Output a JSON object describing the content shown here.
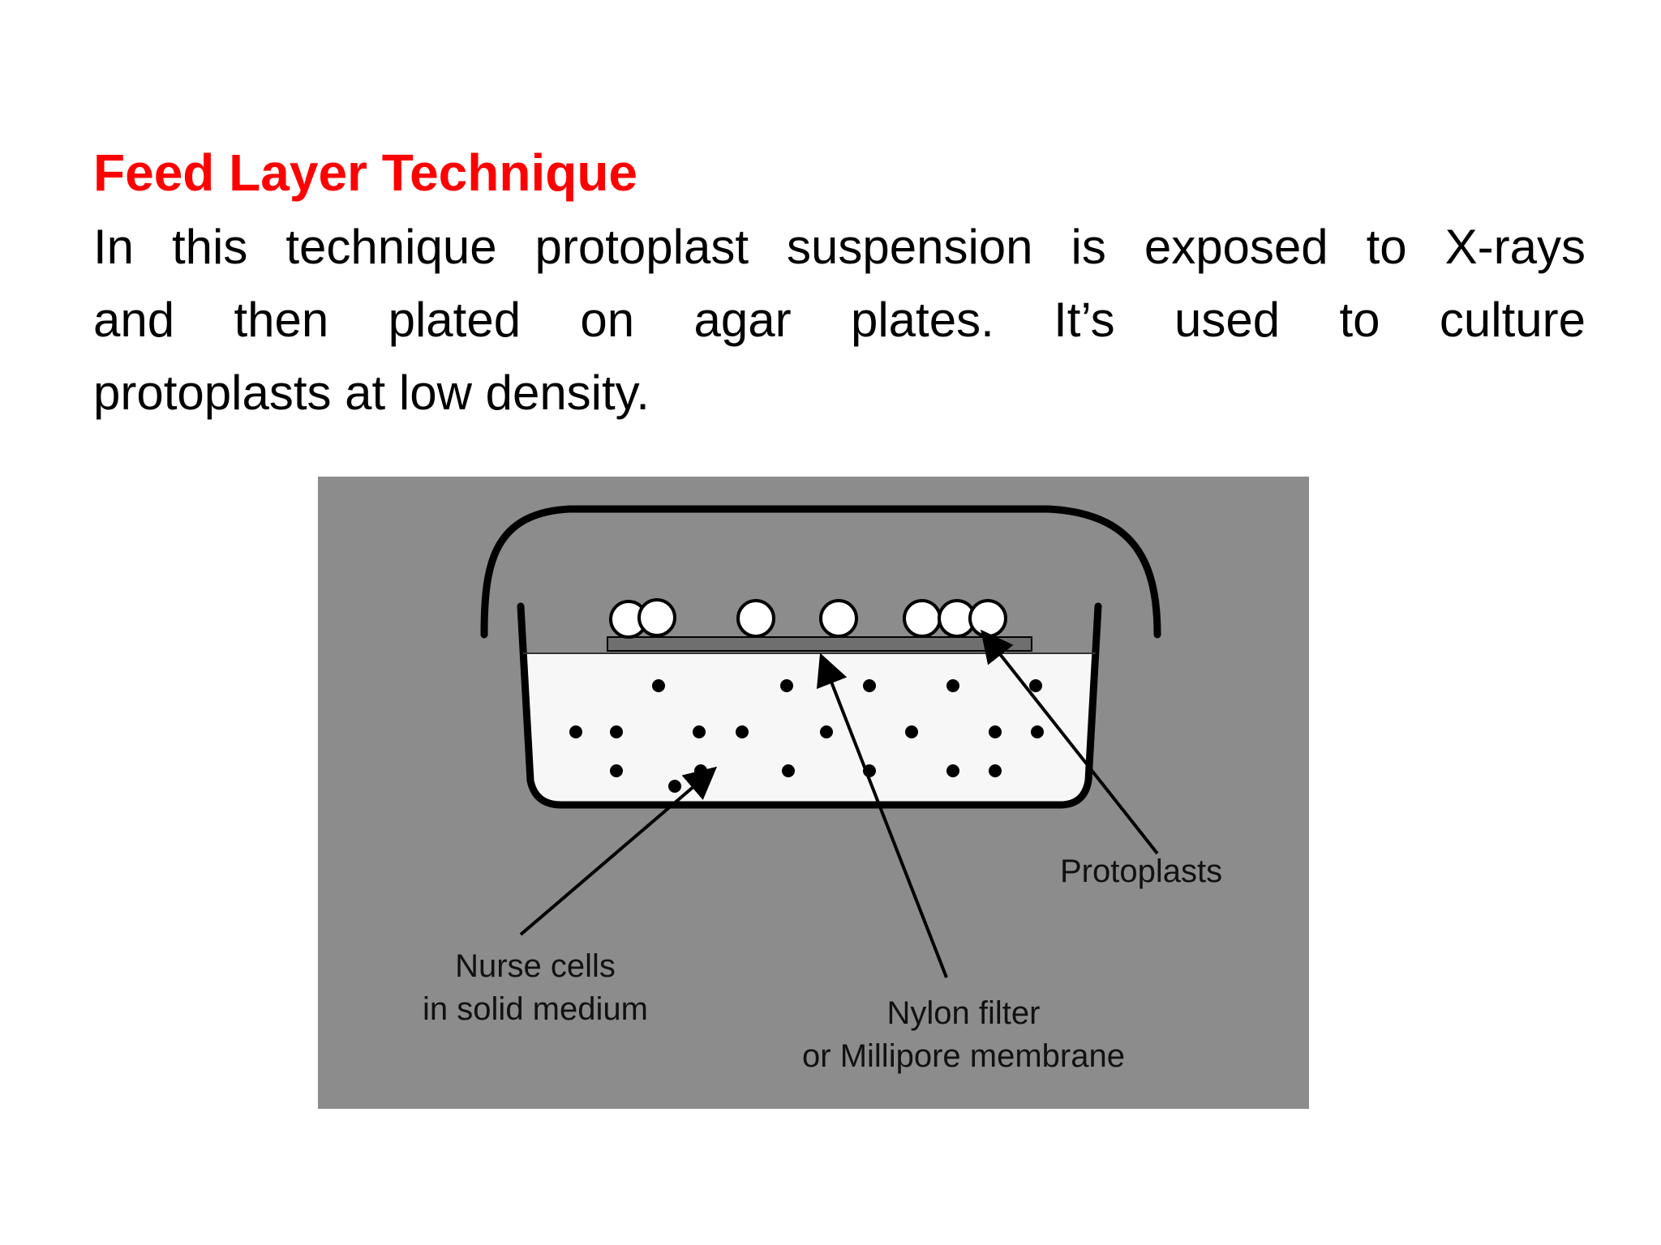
{
  "slide": {
    "title": "Feed Layer Technique",
    "body_lines": [
      "In this technique protoplast suspension is exposed to X-rays",
      "and then plated on agar plates. It’s used to culture",
      "protoplasts at low density."
    ]
  },
  "figure": {
    "labels": {
      "protoplasts": "Protoplasts",
      "nurse_cells_line1": "Nurse cells",
      "nurse_cells_line2": "in solid medium",
      "nylon_filter_line1": "Nylon filter",
      "nylon_filter_line2": "or Millipore membrane"
    },
    "colors": {
      "background": "#8c8c8c",
      "medium": "#f7f7f7",
      "membrane": "#6f6f6f",
      "outline": "#000000",
      "title_red": "#ff0000"
    }
  }
}
